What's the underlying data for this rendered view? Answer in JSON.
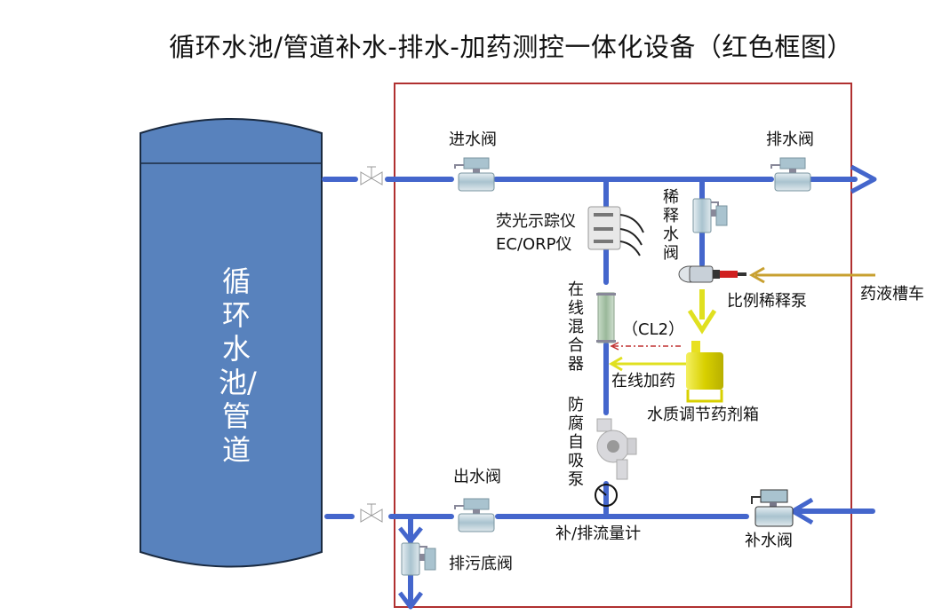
{
  "title": "循环水池/管道补水-排水-加药测控一体化设备（红色框图）",
  "tank": {
    "label": "循环水池/管道",
    "color": "#5882bd"
  },
  "colors": {
    "pipe": "#4466cc",
    "frame": "#b03030",
    "chemical_line": "#c8a030",
    "dosing_arrow": "#e0e020",
    "cl2_line": "#c03030",
    "tank_yellow": "#e8e020"
  },
  "labels": {
    "inlet_valve": "进水阀",
    "drain_valve": "排水阀",
    "fluorescence_tracer": "荧光示踪仪",
    "ec_orp_meter": "EC/ORP仪",
    "dilution_valve": "稀释水阀",
    "proportional_pump": "比例稀释泵",
    "chemical_tanker": "药液槽车",
    "inline_mixer": "在线混合器",
    "cl2": "（CL2）",
    "inline_dosing": "在线加药",
    "conditioning_tank": "水质调节药剂箱",
    "self_priming_pump": "防腐自吸泵",
    "outlet_valve": "出水阀",
    "flow_meter": "补/排流量计",
    "makeup_valve": "补水阀",
    "blowdown_valve": "排污底阀"
  }
}
